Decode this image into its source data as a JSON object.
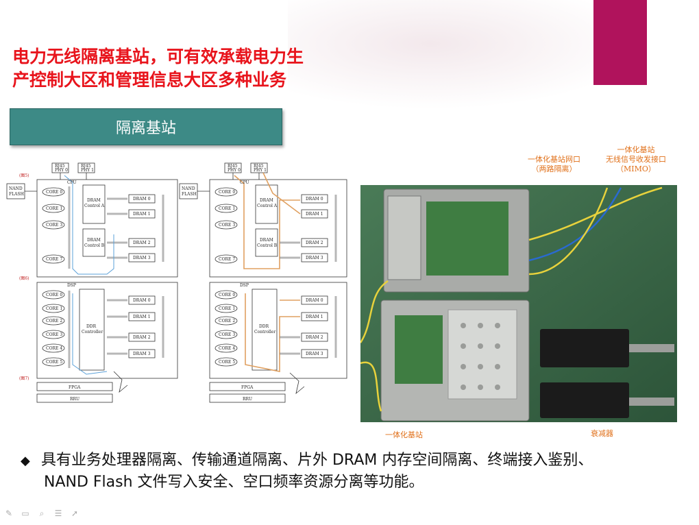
{
  "title": {
    "line1": "电力无线隔离基站，可有效承载电力生",
    "line2": "产控制大区和管理信息大区多种业务"
  },
  "banner": {
    "label": "隔离基站"
  },
  "diagram_left": {
    "tags": [
      "(图5)",
      "(图6)",
      "(图7)"
    ],
    "rj45_1": "RJ45",
    "phy_1": "PHY 0",
    "rj45_2": "RJ45",
    "phy_2": "PHY 1",
    "nand": [
      "NAND",
      "FLASH"
    ],
    "cpu": "CPU",
    "dsp": "DSP",
    "cpu_cores": [
      "CORE 0",
      "CORE 1",
      "CORE 3",
      "CORE 7"
    ],
    "dsp_cores": [
      "CORE 0",
      "CORE 1",
      "CORE 2",
      "CORE 3",
      "CORE 4",
      "CORE 5"
    ],
    "dram_ctrl_a": [
      "DRAM",
      "Control A"
    ],
    "dram_ctrl_b": [
      "DRAM",
      "Control B"
    ],
    "ddr_ctrl": [
      "DDR",
      "Controller"
    ],
    "dram_cpu": [
      "DRAM 0",
      "DRAM 1",
      "DRAM 2",
      "DRAM 3"
    ],
    "dram_dsp": [
      "DRAM 0",
      "DRAM 1",
      "DRAM 2",
      "DRAM 3"
    ],
    "fpga": "FPGA",
    "rru": "RRU"
  },
  "diagram_right": {
    "rj45_1": "RJ45",
    "phy_1": "PHY 0",
    "rj45_2": "RJ45",
    "phy_2": "PHY 1",
    "nand": [
      "NAND",
      "FLASH"
    ],
    "cpu": "CPU",
    "dsp": "DSP",
    "cpu_cores": [
      "CORE 0",
      "CORE 1",
      "CORE 3",
      "CORE 7"
    ],
    "dsp_cores": [
      "CORE 0",
      "CORE 1",
      "CORE 2",
      "CORE 3",
      "CORE 4",
      "CORE 5"
    ],
    "dram_ctrl_a": [
      "DRAM",
      "Control A"
    ],
    "dram_ctrl_b": [
      "DRAM",
      "Control B"
    ],
    "ddr_ctrl": [
      "DDR",
      "Controller"
    ],
    "dram_cpu": [
      "DRAM 0",
      "DRAM 1",
      "DRAM 2",
      "DRAM 3"
    ],
    "dram_dsp": [
      "DRAM 0",
      "DRAM 1",
      "DRAM 2",
      "DRAM 3"
    ],
    "fpga": "FPGA",
    "rru": "RRU"
  },
  "photo_callouts": {
    "port_line1": "一体化基站网口",
    "port_line2": "（两路隔离）",
    "mimo_line1": "一体化基站",
    "mimo_line2": "无线信号收发接口",
    "mimo_line3": "（MIMO）",
    "station": "一体化基站",
    "attenuator": "衰减器"
  },
  "bullet": {
    "line1": "具有业务处理器隔离、传输通道隔离、片外 DRAM 内存空间隔离、终端接入鉴别、",
    "line2": "NAND Flash 文件写入安全、空口频率资源分离等功能。"
  },
  "colors": {
    "title_red": "#e8141c",
    "banner_teal": "#3d8a86",
    "accent_magenta": "#b0135c",
    "callout_orange": "#e0701a"
  },
  "icons": [
    "diamond-bullet-icon",
    "pen-icon",
    "slides-icon",
    "search-icon",
    "menu-icon",
    "pointer-icon"
  ]
}
